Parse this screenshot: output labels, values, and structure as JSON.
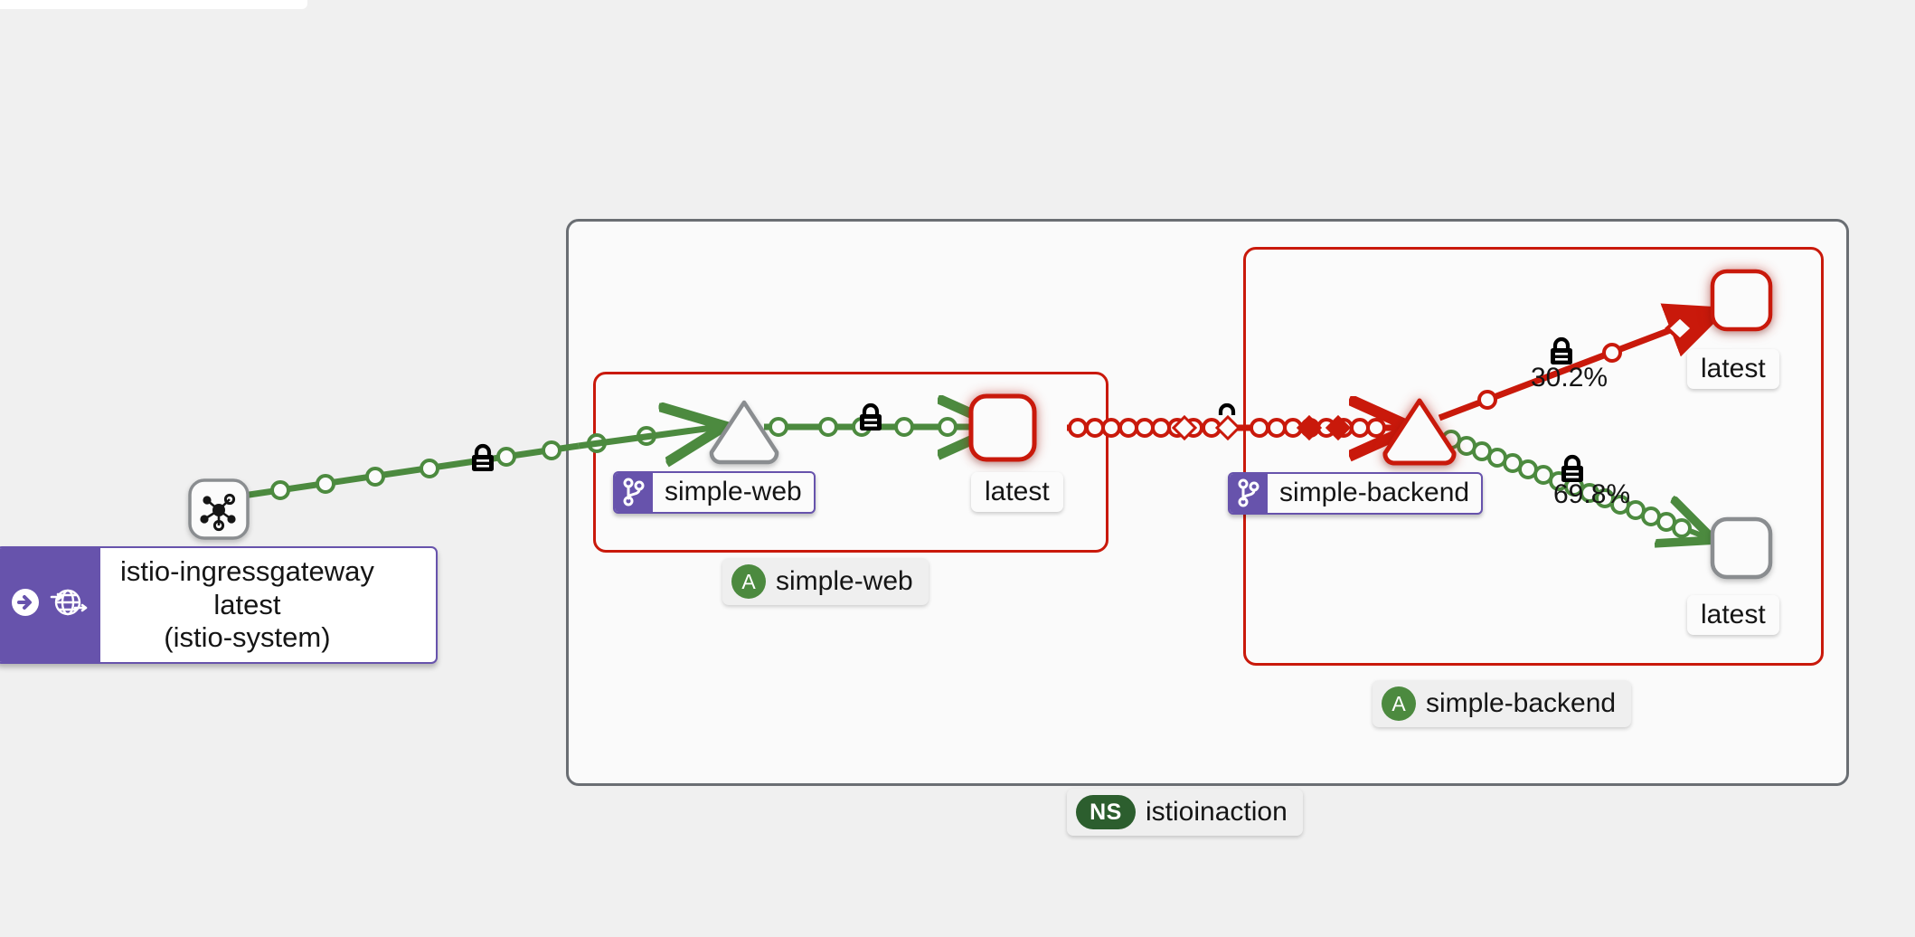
{
  "app": {
    "name": "kiali-service-graph",
    "background_color": "#f0f0f0"
  },
  "colors": {
    "healthy_green": "#4c8a3f",
    "danger_red": "#c9190b",
    "workload_purple": "#6753ac",
    "namespace_border": "#6a6e73",
    "node_gray": "#8a8d90",
    "badge_app_green": "#4c8a3f",
    "badge_ns_green": "#2c5e2e"
  },
  "groups": {
    "namespace": {
      "label": "istioinaction",
      "badge": "NS",
      "badge_icon": "namespace-badge-icon"
    },
    "apps": [
      {
        "id": "simple-web",
        "label": "simple-web",
        "badge": "A",
        "health": "danger"
      },
      {
        "id": "simple-backend",
        "label": "simple-backend",
        "badge": "A",
        "health": "danger"
      }
    ]
  },
  "nodes": {
    "ingress_gateway": {
      "title": "istio-ingressgateway",
      "version": "latest",
      "namespace": "(istio-system)",
      "icons": [
        "arrow-right-circle-icon",
        "globe-gateway-icon"
      ],
      "type": "gateway",
      "health": "healthy"
    },
    "mesh_service": {
      "icon": "service-mesh-node-icon",
      "type": "service-entry",
      "health": "healthy",
      "label": ""
    },
    "simple_web_service": {
      "label": "simple-web",
      "type": "service",
      "shape": "triangle",
      "health": "healthy",
      "workload_icon": "code-branch-icon"
    },
    "simple_web_workload": {
      "label": "latest",
      "type": "workload",
      "shape": "rounded-square",
      "health": "danger"
    },
    "simple_backend_service": {
      "label": "simple-backend",
      "type": "service",
      "shape": "triangle",
      "health": "danger",
      "workload_icon": "code-branch-icon"
    },
    "simple_backend_v1": {
      "label": "latest",
      "type": "workload",
      "shape": "rounded-square",
      "health": "danger"
    },
    "simple_backend_v2": {
      "label": "latest",
      "type": "workload",
      "shape": "rounded-square",
      "health": "healthy"
    }
  },
  "edges": [
    {
      "id": "gw-to-mesh",
      "health": "healthy",
      "mtls": true,
      "label": ""
    },
    {
      "id": "mesh-to-web-svc",
      "health": "healthy",
      "mtls": false,
      "label": ""
    },
    {
      "id": "web-svc-to-web-wl",
      "health": "healthy",
      "mtls": true,
      "label": ""
    },
    {
      "id": "web-wl-to-backend-svc",
      "health": "danger",
      "mtls": true,
      "label": ""
    },
    {
      "id": "backend-svc-to-v1",
      "health": "danger",
      "mtls": true,
      "label": "30.2%"
    },
    {
      "id": "backend-svc-to-v2",
      "health": "healthy",
      "mtls": true,
      "label": "69.8%"
    }
  ],
  "icons": {
    "lock": "mtls-lock-icon",
    "code_branch": "code-branch-icon",
    "globe": "globe-gateway-icon",
    "arrow_circle": "arrow-right-circle-icon",
    "mesh_node": "service-mesh-node-icon"
  }
}
